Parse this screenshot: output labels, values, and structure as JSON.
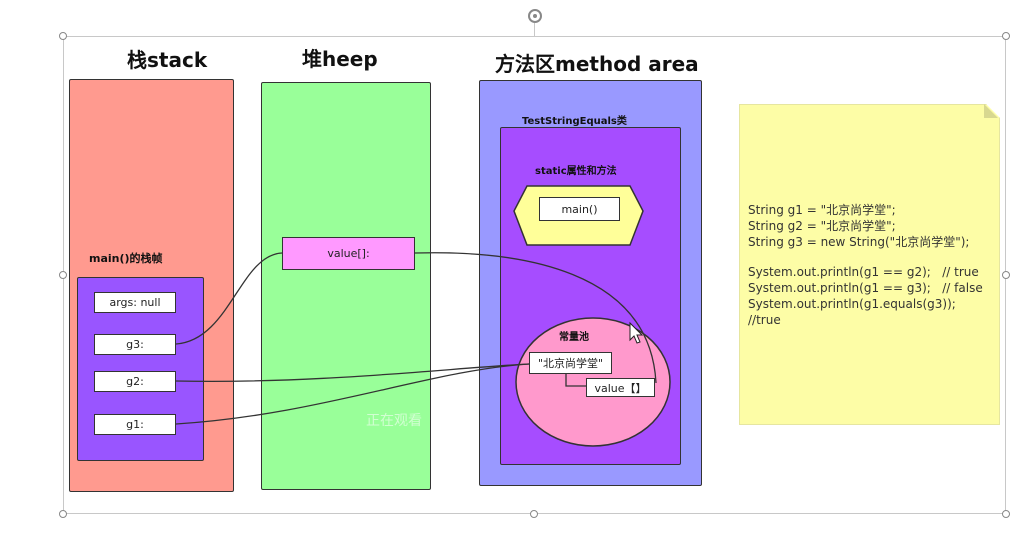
{
  "colors": {
    "stack": "#ff9a8f",
    "heap": "#99ff99",
    "method_area": "#9999ff",
    "class_box": "#a64dff",
    "static_hex": "#ffff99",
    "constant_pool": "#ff99cc",
    "frame": "#9955ff",
    "heap_cell": "#ff99ff",
    "note": "#fdfda6"
  },
  "stack": {
    "title": "栈stack",
    "frame_label": "main()的栈帧",
    "cells": {
      "args": "args: null",
      "g3": "g3:",
      "g2": "g2:",
      "g1": "g1:"
    }
  },
  "heap": {
    "title": "堆heep",
    "value_cell": "value[]:"
  },
  "method_area": {
    "title": "方法区method area",
    "class_label": "TestStringEquals类",
    "static_label": "static属性和方法",
    "main_method": "main()",
    "constant_pool": {
      "label": "常量池",
      "string_literal": "\"北京尚学堂\"",
      "value_cell": "value【】"
    }
  },
  "note": {
    "lines": [
      "String g1 = \"北京尚学堂\";",
      "String g2 = \"北京尚学堂\";",
      "String g3 = new String(\"北京尚学堂\");",
      "",
      "System.out.println(g1 == g2);   // true",
      "System.out.println(g1 == g3);   // false",
      "System.out.println(g1.equals(g3));",
      "//true"
    ]
  },
  "watermark": "正在观看"
}
